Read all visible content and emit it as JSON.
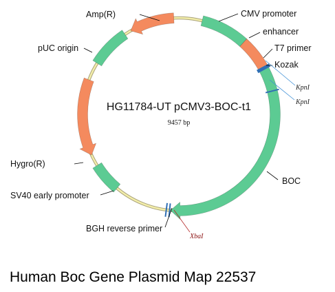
{
  "plasmid": {
    "name": "HG11784-UT pCMV3-BOC-t1",
    "size": "9457 bp"
  },
  "features": [
    {
      "id": "amp",
      "label": "Amp(R)",
      "color": "#f48a5e"
    },
    {
      "id": "cmv",
      "label": "CMV promoter",
      "color": "#5ccb93"
    },
    {
      "id": "enh",
      "label": "enhancer",
      "color": "#f48a5e"
    },
    {
      "id": "t7",
      "label": "T7 primer",
      "color": "#2f6fb5"
    },
    {
      "id": "kozak",
      "label": "Kozak",
      "color": "#2f6fb5"
    },
    {
      "id": "boc",
      "label": "BOC",
      "color": "#5ccb93"
    },
    {
      "id": "bgh",
      "label": "BGH reverse primer",
      "color": "#2f6fb5"
    },
    {
      "id": "sv40",
      "label": "SV40 early promoter",
      "color": "#5ccb93"
    },
    {
      "id": "hygro",
      "label": "Hygro(R)",
      "color": "#f48a5e"
    },
    {
      "id": "puc",
      "label": "pUC origin",
      "color": "#5ccb93"
    }
  ],
  "sites": [
    {
      "id": "kpn1",
      "label": "KpnI"
    },
    {
      "id": "kpn2",
      "label": "KpnI"
    },
    {
      "id": "xba",
      "label": "XbaI"
    }
  ],
  "backbone_color": "#f3eeaa",
  "caption": "Human Boc Gene Plasmid Map 22537"
}
